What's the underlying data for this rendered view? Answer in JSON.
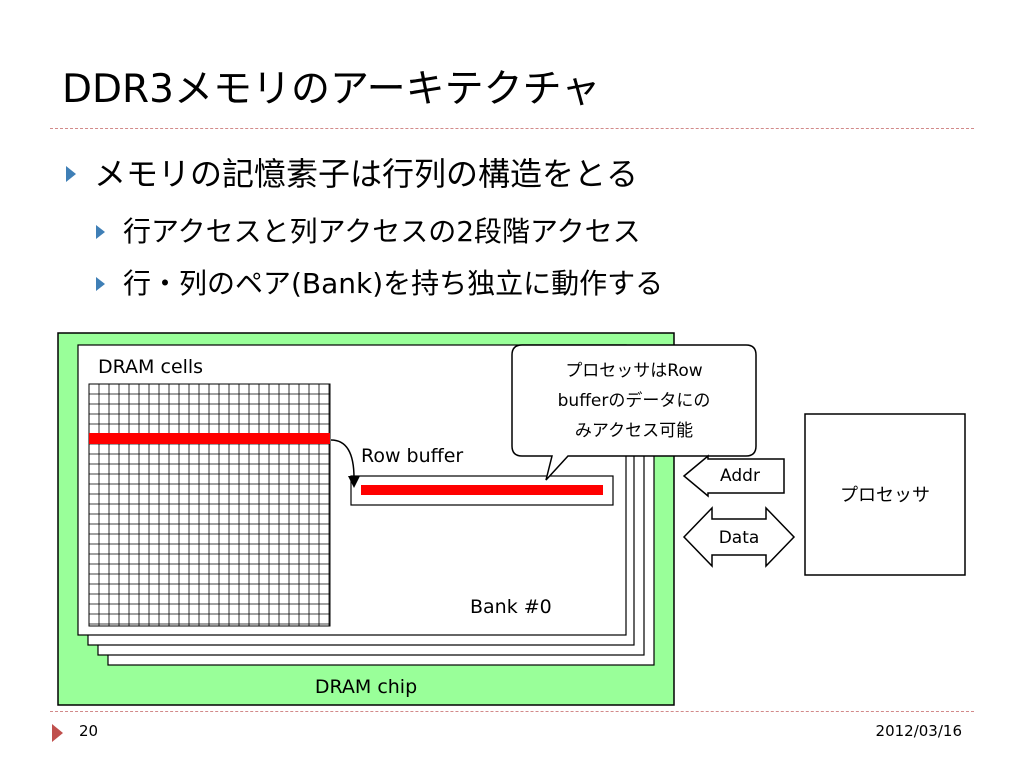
{
  "slide": {
    "title": "DDR3メモリのアーキテクチャ",
    "bullets": [
      "メモリの記憶素子は行列の構造をとる",
      "行アクセスと列アクセスの2段階アクセス",
      "行・列のペア(Bank)を持ち独立に動作する"
    ],
    "page_number": "20",
    "date": "2012/03/16"
  },
  "diagram": {
    "chip_label": "DRAM chip",
    "cells_label": "DRAM cells",
    "row_buffer_label": "Row buffer",
    "bank_label": "Bank #0",
    "callout_lines": [
      "プロセッサはRow",
      "bufferのデータにの",
      "みアクセス可能"
    ],
    "processor_label": "プロセッサ",
    "addr_label": "Addr",
    "data_label": "Data",
    "colors": {
      "chip_fill": "#99ff99",
      "highlight": "#ff0000",
      "bullet_level1": "#3f7fb6",
      "footer_marker": "#c0504d",
      "rule": "#d28a8a"
    }
  }
}
